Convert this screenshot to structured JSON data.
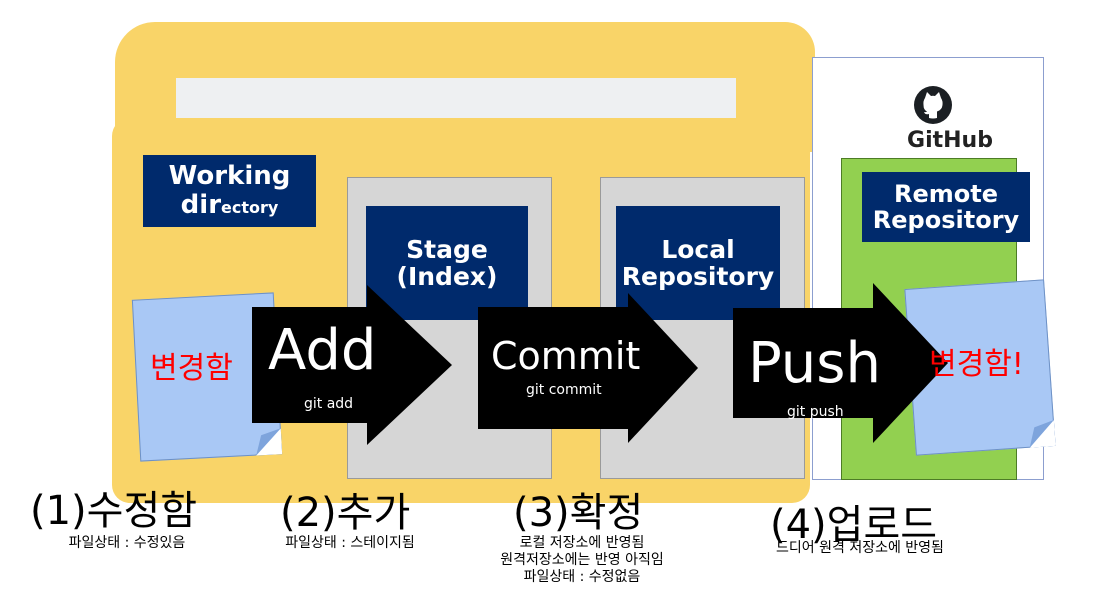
{
  "working_directory": {
    "line1": "Working",
    "line2_big": "dir",
    "line2_small": "ectory"
  },
  "stage": {
    "line1": "Stage",
    "line2": "(Index)"
  },
  "local_repo": {
    "line1": "Local",
    "line2": "Repository"
  },
  "github": {
    "logo_icon": "github-octocat-icon",
    "label": "GitHub"
  },
  "remote_repo": {
    "line1": "Remote",
    "line2": "Repository"
  },
  "notes": {
    "local": "변경함",
    "remote": "변경함!"
  },
  "arrows": {
    "add": {
      "label": "Add",
      "command": "git add"
    },
    "commit": {
      "label": "Commit",
      "command": "git commit"
    },
    "push": {
      "label": "Push",
      "command": "git push"
    }
  },
  "steps": [
    {
      "title": "(1)수정함",
      "lines": [
        "파일상태 : 수정있음"
      ]
    },
    {
      "title": "(2)추가",
      "lines": [
        "파일상태 : 스테이지됨"
      ]
    },
    {
      "title": "(3)확정",
      "lines": [
        "로컬 저장소에 반영됨",
        "원격저장소에는 반영 아직임",
        "파일상태 : 수정없음"
      ]
    },
    {
      "title": "(4)업로드",
      "lines": [
        "드디어 원격 저장소에 반영됨"
      ]
    }
  ],
  "colors": {
    "folder": "#f9d468",
    "navy": "#002a6c",
    "gray_column": "#d6d6d6",
    "green": "#92d050",
    "note": "#a9c8f5",
    "note_text": "#ff0000",
    "arrow": "#000000"
  }
}
